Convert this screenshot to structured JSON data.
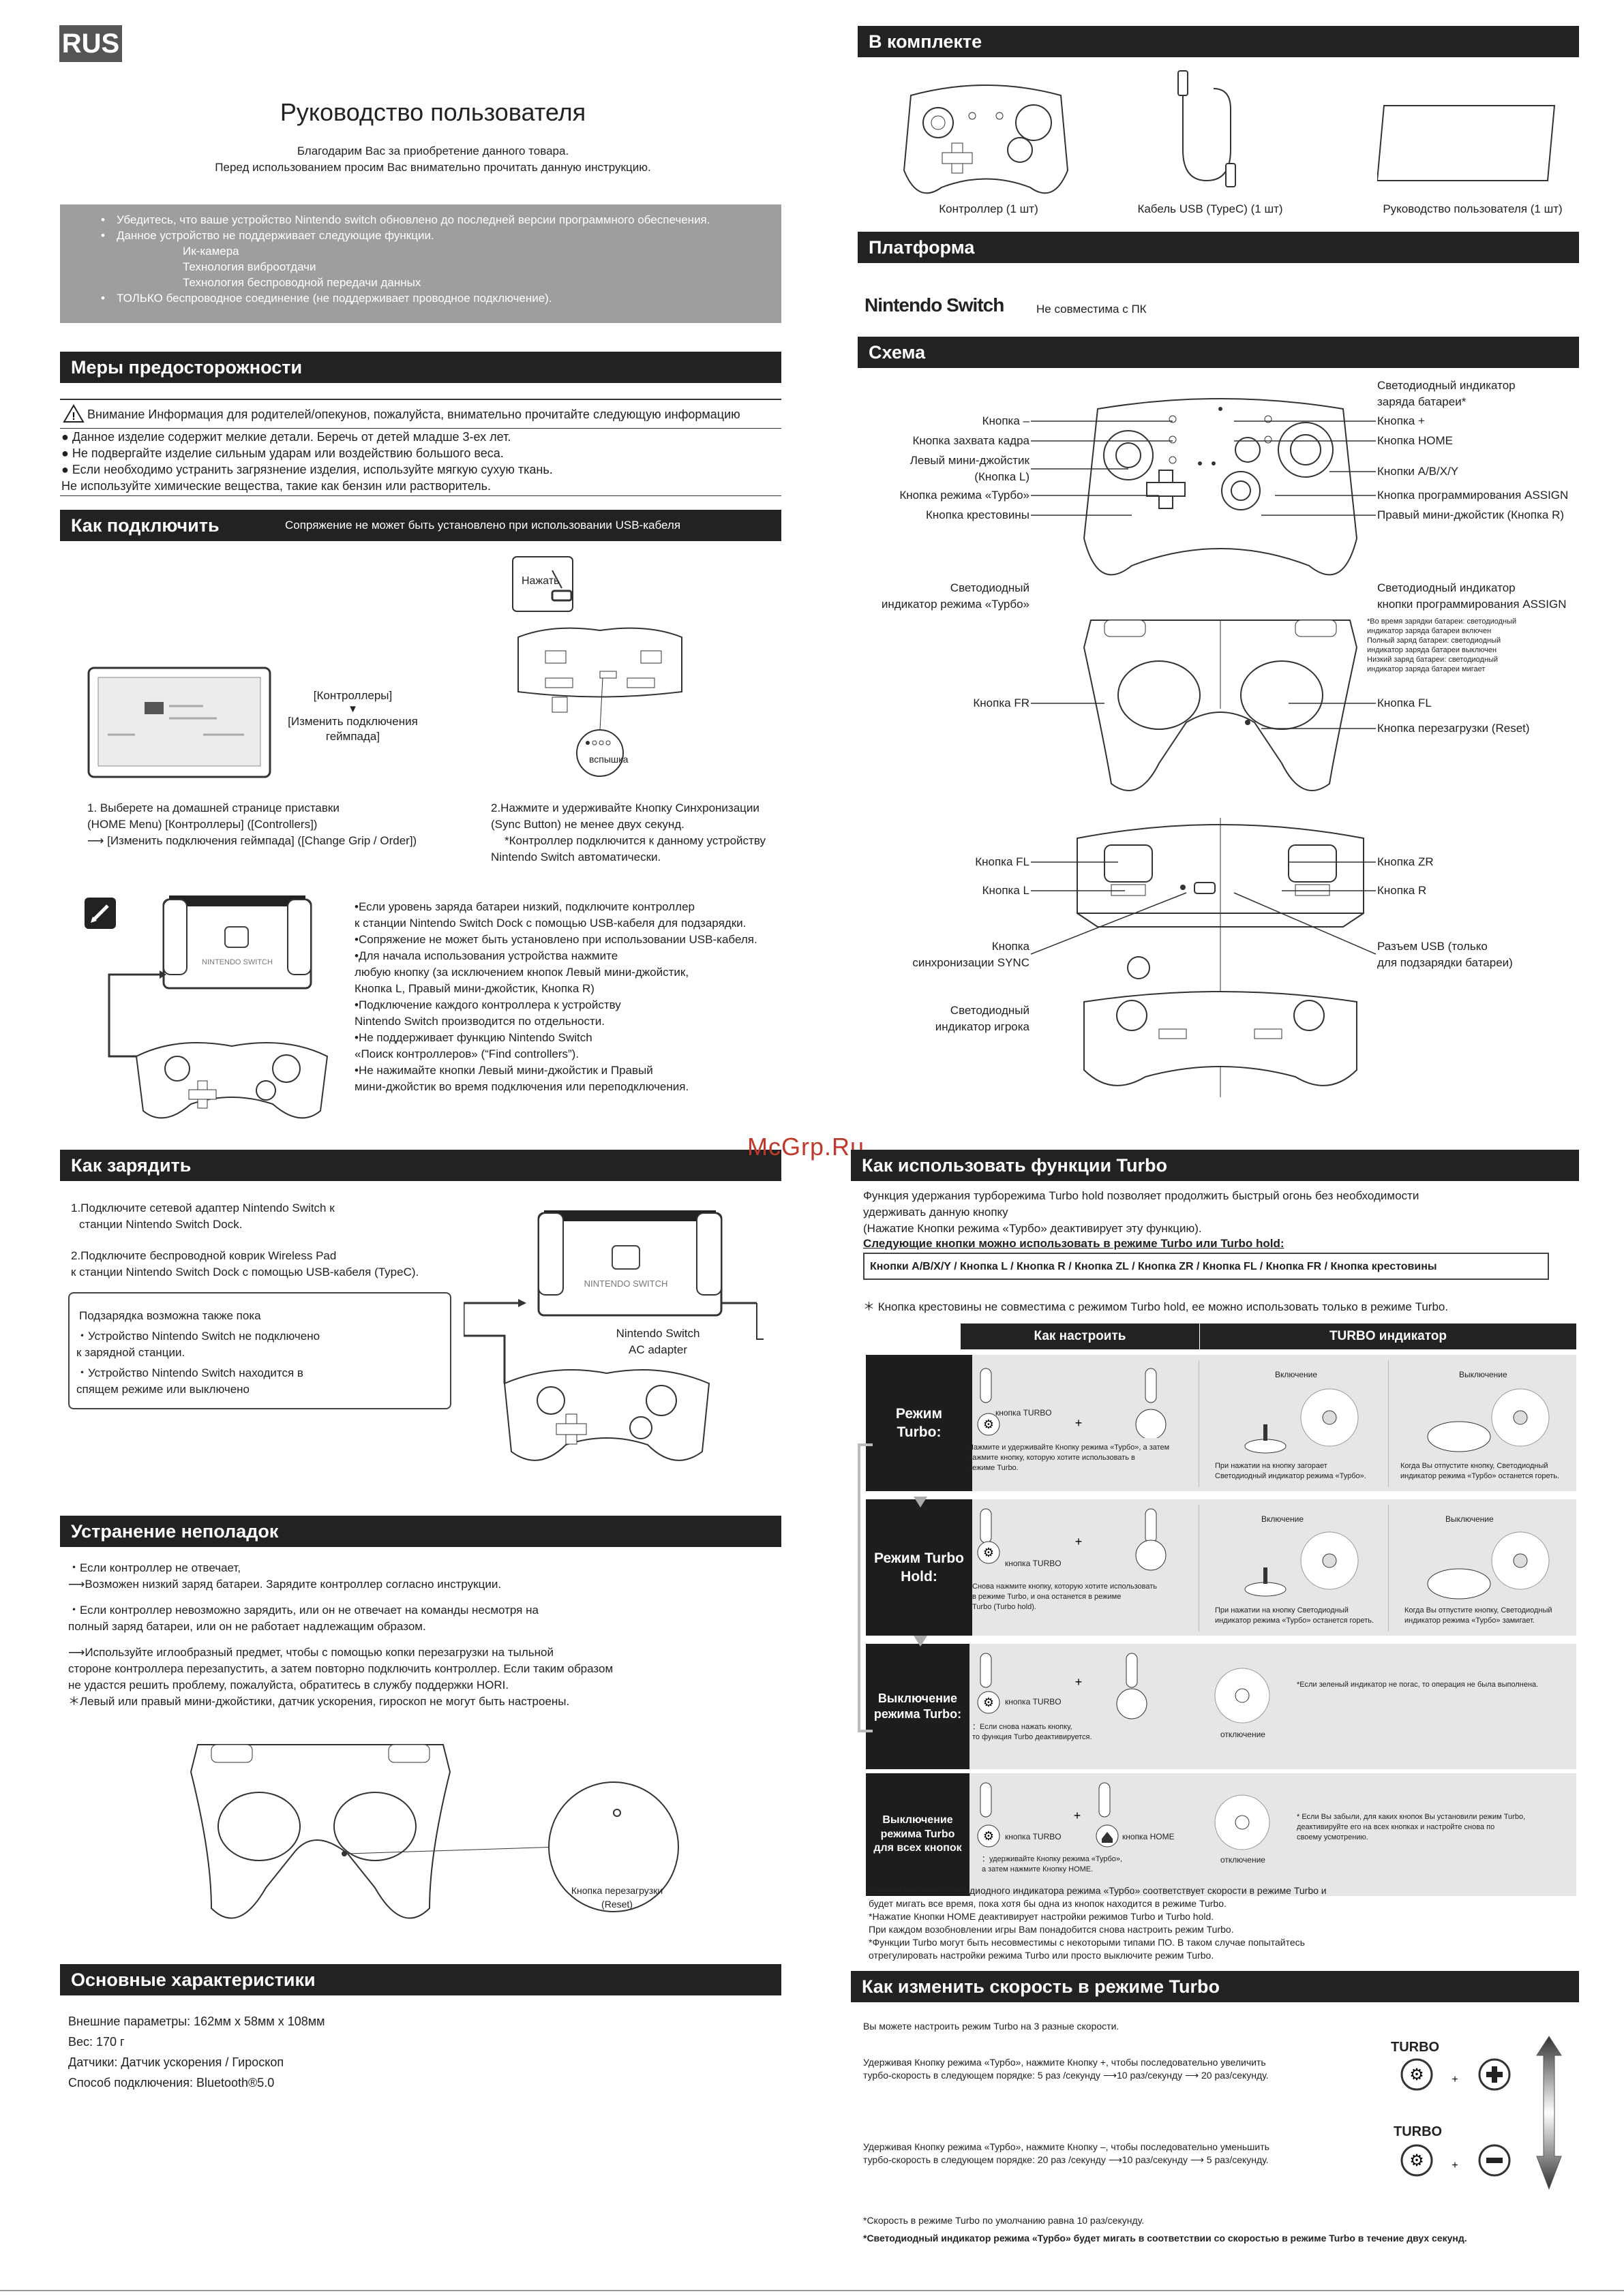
{
  "lang": "RUS",
  "title": "Руководство пользователя",
  "intro": [
    "Благодарим Вас за приобретение данного товара.",
    "Перед использованием просим Вас внимательно прочитать данную инструкцию."
  ],
  "notice": [
    "•　Убедитесь, что ваше устройство Nintendo switch обновлено до последней версии программного обеспечения.",
    "•　Данное устройство не поддерживает следующие функции.",
    "Ик-камера",
    "Технология виброотдачи",
    "Технология беспроводной передачи данных",
    "•　ТОЛЬКО беспроводное соединение (не поддерживает проводное подключение)."
  ],
  "precautions": {
    "title": "Меры предосторожности",
    "warning": "Внимание Информация для родителей/опекунов, пожалуйста, внимательно прочитайте следующую информацию",
    "items": [
      "● Данное изделие содержит мелкие детали. Беречь от детей младше 3-ех лет.",
      "● Не подвергайте изделие сильным ударам или воздействию большого веса.",
      "● Если необходимо устранить загрязнение изделия, используйте мягкую сухую ткань.",
      "Не используйте химические вещества, такие как бензин или растворитель."
    ]
  },
  "connect": {
    "title": "Как подключить",
    "subtitle": "Сопряжение не может быть установлено при использовании USB-кабеля",
    "press": "Нажать",
    "flash": "вспышка",
    "screen_label": [
      "[Контроллеры]",
      "▼",
      "[Изменить подключения",
      "геймпада]"
    ],
    "step1": [
      "1. Выберете на домашней странице приставки",
      "(HOME Menu) [Контроллеры] ([Controllers])",
      "⟶ [Изменить подключения геймпада] ([Change Grip / Order])"
    ],
    "step2": [
      "2.Нажмите и удерживайте Кнопку Синхронизации",
      "(Sync Button) не менее двух секунд.",
      "*Контроллер подключится к данному устройству",
      "Nintendo Switch автоматически."
    ],
    "notes": [
      "•Если уровень заряда батареи низкий, подключите контроллер",
      "к станции Nintendo Switch Dock с помощью USB-кабеля для подзарядки.",
      "•Сопряжение не может быть установлено при использовании USB-кабеля.",
      "•Для начала использования устройства нажмите",
      "любую кнопку (за исключением кнопок Левый мини-джойстик,",
      "Кнопка L, Правый мини-джойстик, Кнопка R)",
      "•Подключение каждого контроллера к устройству",
      "Nintendo Switch производится по отдельности.",
      "•Не поддерживает функцию Nintendo Switch",
      "«Поиск контроллеров» (“Find controllers”).",
      "•Не нажимайте кнопки Левый мини-джойстик и Правый",
      "мини-джойстик во время подключения или переподключения."
    ],
    "dock_brand": "NINTENDO SWITCH"
  },
  "charge": {
    "title": "Как зарядить",
    "steps": [
      "1.Подключите сетевой адаптер Nintendo Switch к",
      "станции Nintendo Switch Dock.",
      "",
      "2.Подключите беспроводной коврик Wireless Pad",
      "к станции Nintendo Switch Dock с помощью USB-кабеля (TypeC)."
    ],
    "box": [
      "Подзарядка возможна также пока",
      "・Устройство Nintendo Switch не подключено",
      "к зарядной станции.",
      "・Устройство Nintendo Switch находится в",
      "спящем режиме или выключено"
    ],
    "adapter": [
      "Nintendo Switch",
      "AC adapter"
    ]
  },
  "trouble": {
    "title": "Устранение неполадок",
    "lines": [
      "・Если контроллер не отвечает,",
      "⟶Возможен низкий заряд батареи. Зарядите контроллер согласно инструкции.",
      "",
      "・Если контроллер невозможно зарядить, или он не отвечает на команды несмотря на",
      "полный заряд батареи, или он не работает надлежащим образом.",
      "",
      "⟶Используйте иглообразный предмет, чтобы с помощью копки перезагрузки на тыльной",
      "стороне контроллера перезапустить, а затем повторно подключить контроллер. Если таким образом",
      "не удастся решить проблему, пожалуйста, обратитесь в службу поддержки HORI.",
      "＊Левый или правый мини-джойстики, датчик ускорения, гироскоп не могут быть настроены."
    ],
    "reset_label": [
      "Кнопка перезагрузки",
      "(Reset)"
    ]
  },
  "specs": {
    "title": "Основные характеристики",
    "lines": [
      "Внешние параметры: 162мм x 58мм x 108мм",
      "Вес: 170 г",
      "Датчики: Датчик ускорения / Гироскоп",
      "Способ подключения: Bluetooth®5.0"
    ]
  },
  "box_contents": {
    "title": "В комплекте",
    "items": [
      "Контроллер (1 шт)",
      "Кабель USB (TypeC) (1 шт)",
      "Руководство пользователя (1 шт)"
    ]
  },
  "platform": {
    "title": "Платформа",
    "name": "Nintendo Switch",
    "note": "Не совместима с ПК"
  },
  "scheme": {
    "title": "Схема",
    "left": [
      "Кнопка –",
      "Кнопка захвата кадра",
      "Левый мини-джойстик",
      "(Кнопка L)",
      "Кнопка режима «Турбо»",
      "Кнопка крестовины",
      "Светодиодный",
      "индикатор режима «Турбо»"
    ],
    "right": [
      "Светодиодный индикатор",
      "заряда батареи*",
      "Кнопка +",
      "Кнопка HOME",
      "Кнопки A/B/X/Y",
      "Кнопка программирования ASSIGN",
      "Правый мини-джойстик (Кнопка R)",
      "Светодиодный индикатор",
      "кнопки программирования ASSIGN"
    ],
    "footnote": [
      "*Во время зарядки батареи: светодиодный",
      "индикатор заряда батареи включен",
      "Полный заряд батареи: светодиодный",
      "индикатор заряда батареи выключен",
      "Низкий заряд батареи: светодиодный",
      "индикатор заряда батареи мигает"
    ],
    "back_left": "Кнопка FR",
    "back_right": [
      "Кнопка FL",
      "Кнопка перезагрузки (Reset)"
    ],
    "top_left": [
      "Кнопка FL",
      "Кнопка L",
      "Кнопка",
      "синхронизации SYNC",
      "Светодиодный",
      "индикатор игрока"
    ],
    "top_right": [
      "Кнопка ZR",
      "Кнопка R",
      "Разъем USB (только",
      "для подзарядки батареи)"
    ]
  },
  "watermark": "McGrp.Ru",
  "turbo": {
    "title": "Как использовать функции Turbo",
    "desc": [
      "Функция удержания турборежима Turbo hold позволяет продолжить быстрый огонь без необходимости",
      "удерживать данную кнопку",
      "(Нажатие Кнопки режима «Турбо» деактивирует эту функцию)."
    ],
    "usable": "Следующие кнопки можно использовать в режиме Turbo или Turbo hold:",
    "buttons": "Кнопки A/B/X/Y / Кнопка L / Кнопка R / Кнопка ZL / Кнопка ZR / Кнопка FL / Кнопка FR / Кнопка крестовины",
    "dpad_note": "＊ Кнопка крестовины не совместима с режимом Turbo hold, ее можно использовать только в режиме Turbo.",
    "col1": "Как настроить",
    "col2": "TURBO индикатор",
    "rows": [
      {
        "name": "Режим Turbo:",
        "btn": "кнопка TURBO",
        "text": [
          "Нажмите и удерживайте Кнопку режима «Турбо», а затем",
          "нажмите кнопку, которую хотите использовать в",
          "режиме Turbo."
        ],
        "on": "Включение",
        "on_text": [
          "При нажатии на кнопку загорает",
          "Светодиодный индикатор режима «Турбо»."
        ],
        "off": "Выключение",
        "off_text": [
          "Когда Вы отпустите кнопку, Светодиодный",
          "индикатор режима «Турбо» останется гореть."
        ]
      },
      {
        "name": "Режим Turbo Hold:",
        "btn": "кнопка TURBO",
        "text": [
          "Снова нажмите кнопку, которую хотите использовать",
          "в режиме Turbo, и она останется в режиме",
          "Turbo (Turbo hold)."
        ],
        "on": "Включение",
        "on_text": [
          "При нажатии на кнопку Светодиодный",
          "индикатор режима «Турбо» останется гореть."
        ],
        "off": "Выключение",
        "off_text": [
          "Когда Вы отпустите кнопку, Светодиодный",
          "индикатор режима «Турбо» замигает."
        ]
      },
      {
        "name": "Выключение режима Turbo:",
        "btn": "кнопка TURBO",
        "text": [
          "：Если снова нажать кнопку,",
          "то функция Turbo деактивируется."
        ],
        "off": "отключение",
        "note": "*Если зеленый индикатор не погас, то операция не была выполнена."
      },
      {
        "name": "Выключение режима Turbo для всех кнопок",
        "btn": "кнопка TURBO",
        "btn2": "кнопка HOME",
        "text": [
          "：удерживайте Кнопку режима «Турбо»,",
          "а затем нажмите Кнопку HOME."
        ],
        "off": "отключение",
        "note": [
          "* Если Вы забыли, для каких кнопок Вы установили режим Turbo,",
          "деактивируйте его на всех кнопках и настройте снова по",
          "своему усмотрению."
        ]
      }
    ],
    "footnotes": [
      "*Режим мигания Светодиодного индикатора режима «Турбо» соответствует скорости в режиме Turbo и",
      "будет мигать все время, пока хотя бы одна из кнопок находится в режиме Turbo.",
      "*Нажатие Кнопки HOME деактивирует настройки режимов Turbo и Turbo hold.",
      "При каждом возобновлении игры Вам понадобится снова настроить режим Turbo.",
      "*Функции Turbo могут быть несовместимы с некоторыми типами ПО. В таком случае попытайтесь",
      "отрегулировать настройки режима Turbo или просто выключите режим Turbo."
    ]
  },
  "speed": {
    "title": "Как изменить скорость в режиме Turbo",
    "intro": "Вы можете настроить режим Turbo на 3 разные скорости.",
    "up": [
      "Удерживая Кнопку режима «Турбо», нажмите Кнопку +, чтобы последовательно увеличить",
      "турбо-скорость в следующем порядке: 5 раз /секунду ⟶10 раз/секунду ⟶ 20 раз/секунду."
    ],
    "down": [
      "Удерживая Кнопку режима «Турбо», нажмите Кнопку –, чтобы последовательно уменьшить",
      "турбо-скорость в следующем порядке: 20 раз /секунду ⟶10 раз/секунду ⟶ 5 раз/секунду."
    ],
    "turbo_label": "TURBO",
    "default": "*Скорость в режиме Turbo по умолчанию равна 10 раз/секунду.",
    "blink": "*Светодиодный индикатор режима «Турбо» будет мигать в соответствии со скоростью в режиме Turbo в течение двух секунд."
  }
}
